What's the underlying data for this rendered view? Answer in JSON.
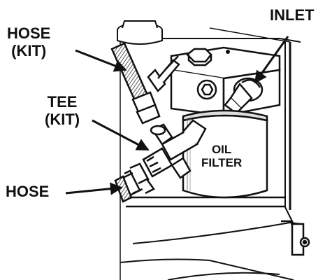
{
  "callouts": {
    "hose_kit": [
      "HOSE",
      "(KIT)"
    ],
    "inlet": "INLET",
    "tee_kit": [
      "TEE",
      "(KIT)"
    ],
    "hose": "HOSE",
    "oil_filter": [
      "OIL",
      "FILTER"
    ]
  },
  "colors": {
    "line": "#111111",
    "background": "#ffffff",
    "shade": "#9a9a9a"
  }
}
